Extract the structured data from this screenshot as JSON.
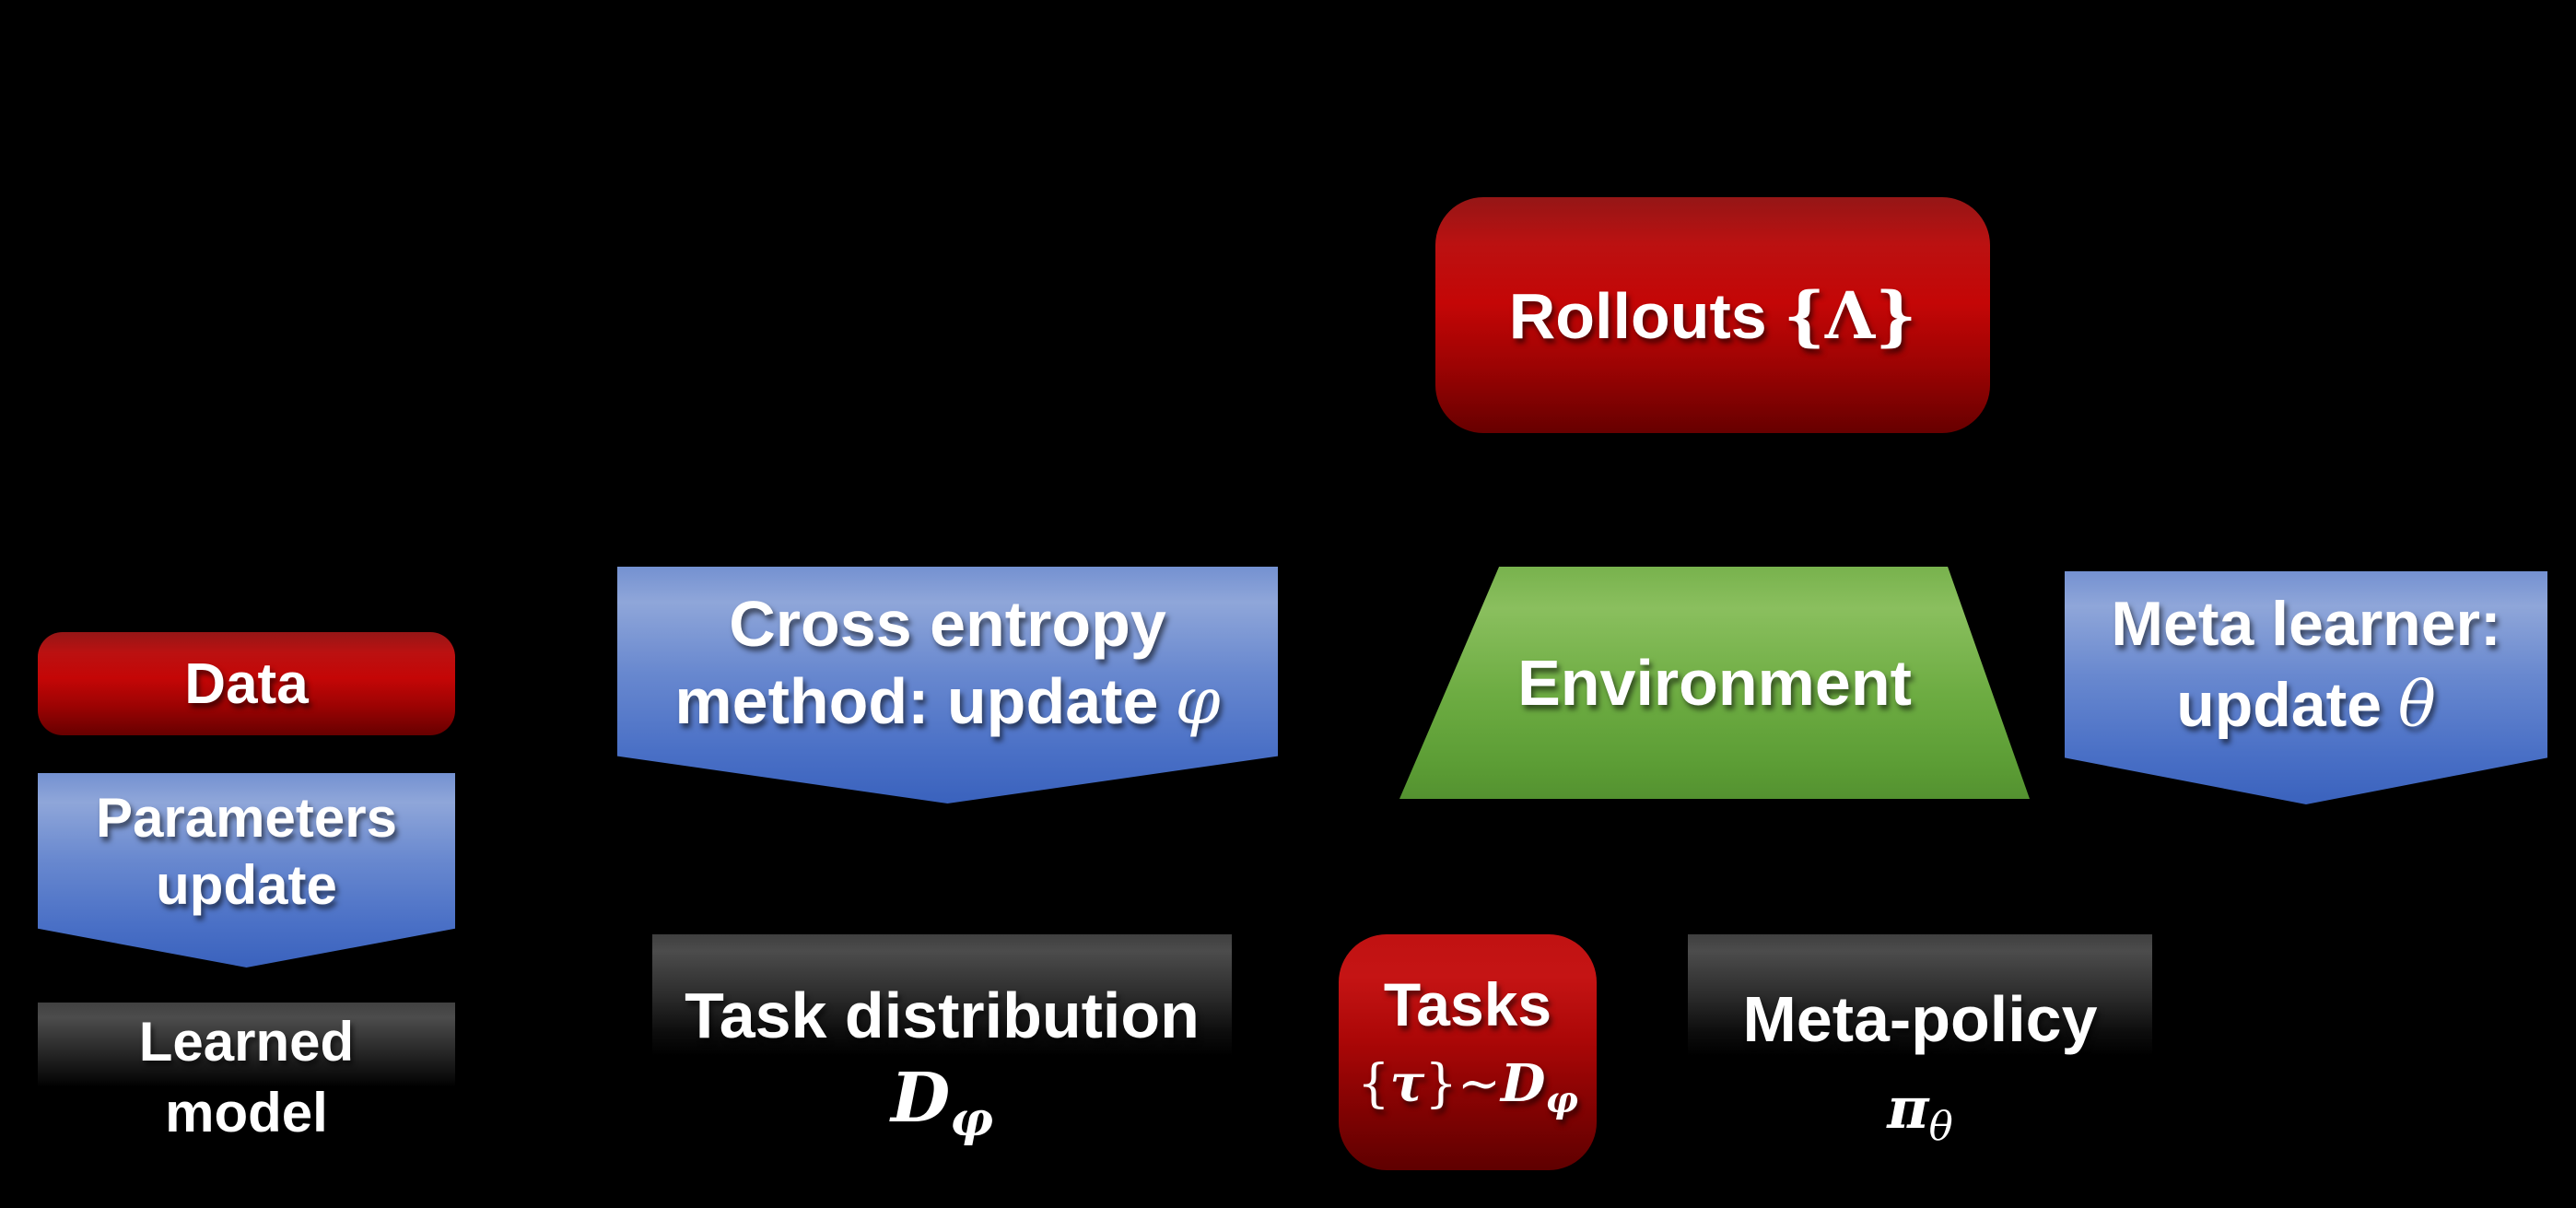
{
  "colors": {
    "background": "#000000",
    "red": "#c00000",
    "blue": "#4472c4",
    "green": "#70ad47",
    "gray": "#404040",
    "text": "#ffffff"
  },
  "shapes": {
    "rollouts": {
      "main": "Rollouts",
      "math": "{Λ}"
    },
    "cross_entropy": {
      "line1": "Cross entropy",
      "line2": "method: update",
      "math": "φ"
    },
    "environment": {
      "label": "Environment"
    },
    "meta_learner": {
      "line1": "Meta learner:",
      "line2": "update",
      "math": "θ"
    },
    "data": {
      "label": "Data"
    },
    "parameters_update": {
      "line1": "Parameters",
      "line2": "update"
    },
    "learned_model": {
      "line1": "Learned",
      "line2": "model"
    },
    "task_distribution": {
      "label": "Task distribution",
      "math_base": "D",
      "math_sub": "φ"
    },
    "tasks": {
      "label": "Tasks",
      "math_open": "{",
      "math_tau": "τ",
      "math_close": "}~",
      "math_base": "D",
      "math_sub": "φ"
    },
    "meta_policy": {
      "label": "Meta-policy",
      "math_base": "π",
      "math_sub": "θ"
    }
  }
}
